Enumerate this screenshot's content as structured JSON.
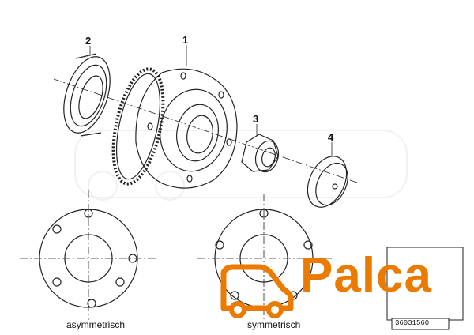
{
  "callouts": [
    "1",
    "2",
    "3",
    "4"
  ],
  "captions": {
    "left": "asymmetrisch",
    "right": "symmetrisch"
  },
  "diagram_code": "36031560",
  "watermark": {
    "text": "Palca",
    "color": "#ea7a00"
  }
}
